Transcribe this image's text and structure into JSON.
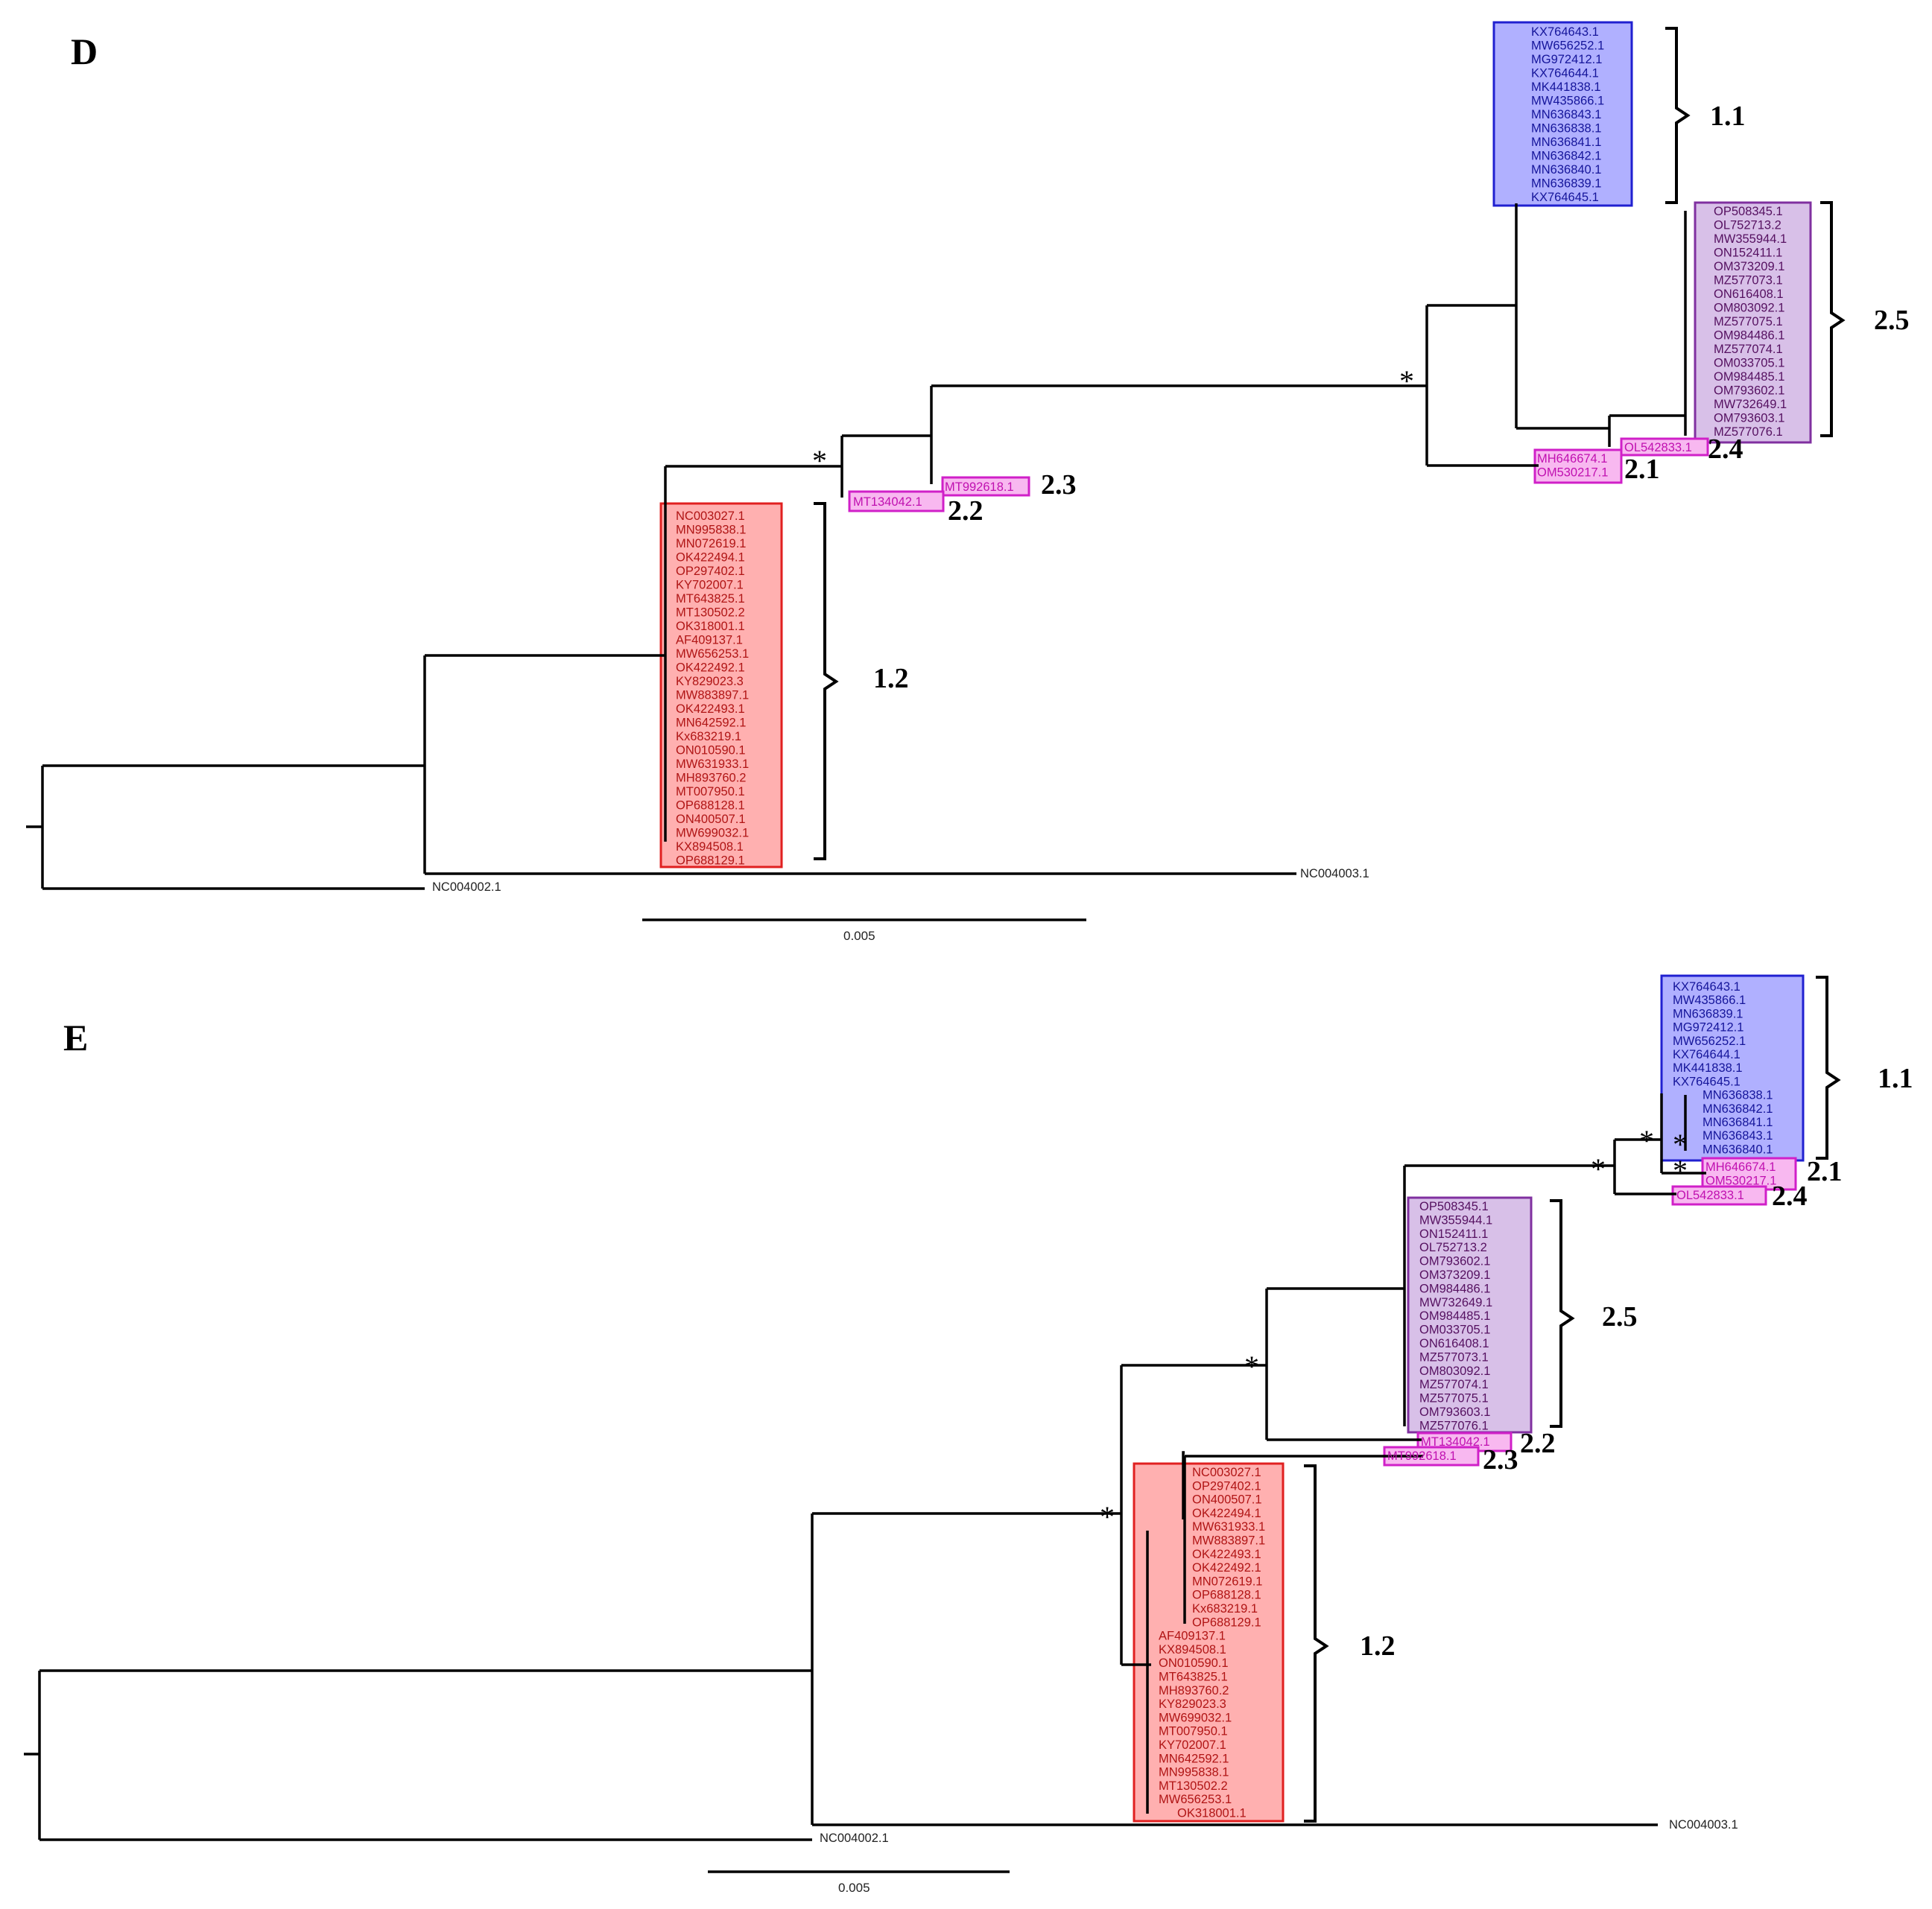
{
  "panels": [
    {
      "letter": "D",
      "clades": {
        "c11": {
          "label": "1.1",
          "color": "#b0b0ff",
          "border": "#2020d0",
          "tips": [
            "KX764643.1",
            "MW656252.1",
            "MG972412.1",
            "KX764644.1",
            "MK441838.1",
            "MW435866.1",
            "MN636843.1",
            "MN636838.1",
            "MN636841.1",
            "MN636842.1",
            "MN636840.1",
            "MN636839.1",
            "KX764645.1"
          ]
        },
        "c25": {
          "label": "2.5",
          "color": "#d8c0e8",
          "border": "#8030a0",
          "tips": [
            "OP508345.1",
            "OL752713.2",
            "MW355944.1",
            "ON152411.1",
            "OM373209.1",
            "MZ577073.1",
            "ON616408.1",
            "OM803092.1",
            "MZ577075.1",
            "OM984486.1",
            "MZ577074.1",
            "OM033705.1",
            "OM984485.1",
            "OM793602.1",
            "MW732649.1",
            "OM793603.1",
            "MZ577076.1"
          ]
        },
        "c24": {
          "label": "2.4",
          "tips": [
            "OL542833.1"
          ]
        },
        "c21": {
          "label": "2.1",
          "tips": [
            "MH646674.1",
            "OM530217.1"
          ]
        },
        "c23": {
          "label": "2.3",
          "tips": [
            "MT992618.1"
          ]
        },
        "c22": {
          "label": "2.2",
          "tips": [
            "MT134042.1"
          ]
        },
        "c12": {
          "label": "1.2",
          "color": "#ffb0b0",
          "border": "#e02020",
          "tips": [
            "NC003027.1",
            "MN995838.1",
            "MN072619.1",
            "OK422494.1",
            "OP297402.1",
            "KY702007.1",
            "MT643825.1",
            "MT130502.2",
            "OK318001.1",
            "AF409137.1",
            "MW656253.1",
            "OK422492.1",
            "KY829023.3",
            "MW883897.1",
            "OK422493.1",
            "MN642592.1",
            "Kx683219.1",
            "ON010590.1",
            "MW631933.1",
            "MH893760.2",
            "MT007950.1",
            "OP688128.1",
            "ON400507.1",
            "MW699032.1",
            "KX894508.1",
            "OP688129.1"
          ]
        }
      },
      "outgroups": {
        "a": "NC004003.1",
        "b": "NC004002.1"
      },
      "star": "*",
      "scale_label": "0.005"
    },
    {
      "letter": "E",
      "clades": {
        "c11": {
          "label": "1.1",
          "color": "#b0b0ff",
          "border": "#2020d0",
          "tips": [
            "KX764643.1",
            "MW435866.1",
            "MN636839.1",
            "MG972412.1",
            "MW656252.1",
            "KX764644.1",
            "MK441838.1",
            "KX764645.1",
            "MN636838.1",
            "MN636842.1",
            "MN636841.1",
            "MN636843.1",
            "MN636840.1"
          ]
        },
        "c21": {
          "label": "2.1",
          "tips": [
            "MH646674.1",
            "OM530217.1"
          ]
        },
        "c24": {
          "label": "2.4",
          "tips": [
            "OL542833.1"
          ]
        },
        "c25": {
          "label": "2.5",
          "color": "#d8c0e8",
          "border": "#8030a0",
          "tips": [
            "OP508345.1",
            "MW355944.1",
            "ON152411.1",
            "OL752713.2",
            "OM793602.1",
            "OM373209.1",
            "OM984486.1",
            "MW732649.1",
            "OM984485.1",
            "OM033705.1",
            "ON616408.1",
            "MZ577073.1",
            "OM803092.1",
            "MZ577074.1",
            "MZ577075.1",
            "OM793603.1",
            "MZ577076.1"
          ]
        },
        "c22": {
          "label": "2.2",
          "tips": [
            "MT134042.1"
          ]
        },
        "c23": {
          "label": "2.3",
          "tips": [
            "MT992618.1"
          ]
        },
        "c12": {
          "label": "1.2",
          "color": "#ffb0b0",
          "border": "#e02020",
          "tips": [
            "NC003027.1",
            "OP297402.1",
            "ON400507.1",
            "OK422494.1",
            "MW631933.1",
            "MW883897.1",
            "OK422493.1",
            "OK422492.1",
            "MN072619.1",
            "OP688128.1",
            "Kx683219.1",
            "OP688129.1",
            "AF409137.1",
            "KX894508.1",
            "ON010590.1",
            "MT643825.1",
            "MH893760.2",
            "KY829023.3",
            "MW699032.1",
            "MT007950.1",
            "KY702007.1",
            "MN642592.1",
            "MN995838.1",
            "MT130502.2",
            "MW656253.1",
            "OK318001.1"
          ]
        }
      },
      "outgroups": {
        "a": "NC004003.1",
        "b": "NC004002.1"
      },
      "star": "*",
      "scale_label": "0.005"
    }
  ],
  "colors": {
    "magenta_fill": "#f8b8f0",
    "magenta_border": "#d020c8"
  }
}
